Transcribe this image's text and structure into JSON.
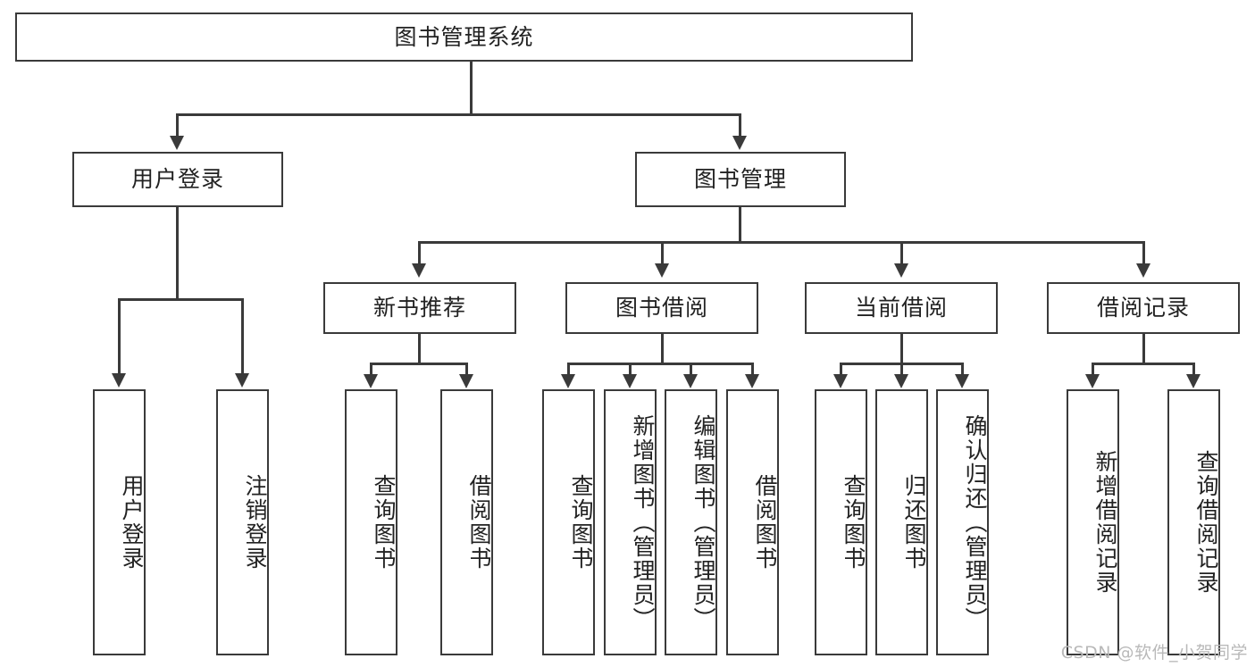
{
  "diagram": {
    "title": "图书管理系统",
    "type": "tree-hierarchy-chart",
    "root": {
      "id": "root",
      "label": "图书管理系统"
    },
    "level2": [
      {
        "id": "user-login",
        "label": "用户登录"
      },
      {
        "id": "book-manage",
        "label": "图书管理"
      }
    ],
    "level3": [
      {
        "id": "new-book-recommend",
        "label": "新书推荐"
      },
      {
        "id": "book-borrow",
        "label": "图书借阅"
      },
      {
        "id": "current-borrow",
        "label": "当前借阅"
      },
      {
        "id": "borrow-record",
        "label": "借阅记录"
      }
    ],
    "leaves": {
      "user_login": [
        {
          "id": "leaf-user-login",
          "label": "用户登录"
        },
        {
          "id": "leaf-logout",
          "label": "注销登录"
        }
      ],
      "new_book_recommend": [
        {
          "id": "leaf-query-book-1",
          "label": "查询图书"
        },
        {
          "id": "leaf-borrow-book-1",
          "label": "借阅图书"
        }
      ],
      "book_borrow": [
        {
          "id": "leaf-query-book-2",
          "label": "查询图书"
        },
        {
          "id": "leaf-add-book",
          "label": "新增图书（管理员）"
        },
        {
          "id": "leaf-edit-book",
          "label": "编辑图书（管理员）"
        },
        {
          "id": "leaf-borrow-book-2",
          "label": "借阅图书"
        }
      ],
      "current_borrow": [
        {
          "id": "leaf-query-book-3",
          "label": "查询图书"
        },
        {
          "id": "leaf-return-book",
          "label": "归还图书"
        },
        {
          "id": "leaf-confirm-return",
          "label": "确认归还（管理员）"
        }
      ],
      "borrow_record": [
        {
          "id": "leaf-add-record",
          "label": "新增借阅记录"
        },
        {
          "id": "leaf-query-record",
          "label": "查询借阅记录"
        }
      ]
    },
    "colors": {
      "stroke": "#3a3a3a",
      "fill": "#ffffff",
      "text": "#222222",
      "watermark": "#b9b9b9"
    }
  },
  "watermark": {
    "text": "CSDN @软件_小贺同学"
  }
}
